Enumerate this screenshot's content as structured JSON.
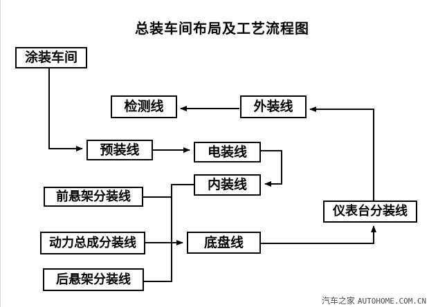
{
  "title": "总装车间布局及工艺流程图",
  "nodes": {
    "paint_shop": "涂装车间",
    "inspection_line": "检测线",
    "exterior_line": "外装线",
    "preassembly_line": "预装线",
    "electrical_line": "电装线",
    "interior_line": "内装线",
    "front_suspension_line": "前悬架分装线",
    "powertrain_line": "动力总成分装线",
    "rear_suspension_line": "后悬架分装线",
    "chassis_line": "底盘线",
    "instrument_panel_line": "仪表台分装线"
  },
  "edges": [
    {
      "from": "涂装车间",
      "to": "预装线"
    },
    {
      "from": "预装线",
      "to": "电装线"
    },
    {
      "from": "电装线",
      "to": "内装线"
    },
    {
      "from": "内装线",
      "to": "底盘线"
    },
    {
      "from": "前悬架分装线",
      "to": "底盘线"
    },
    {
      "from": "动力总成分装线",
      "to": "底盘线"
    },
    {
      "from": "后悬架分装线",
      "to": "底盘线"
    },
    {
      "from": "底盘线",
      "to": "仪表台分装线"
    },
    {
      "from": "仪表台分装线",
      "to": "外装线"
    },
    {
      "from": "外装线",
      "to": "检测线"
    }
  ],
  "watermark": {
    "site_name": "汽车之家",
    "site_url": "AUTOHOME.COM.CN"
  },
  "colors": {
    "line": "#000000",
    "background": "#ffffff",
    "watermark": "#4a4a4a"
  }
}
